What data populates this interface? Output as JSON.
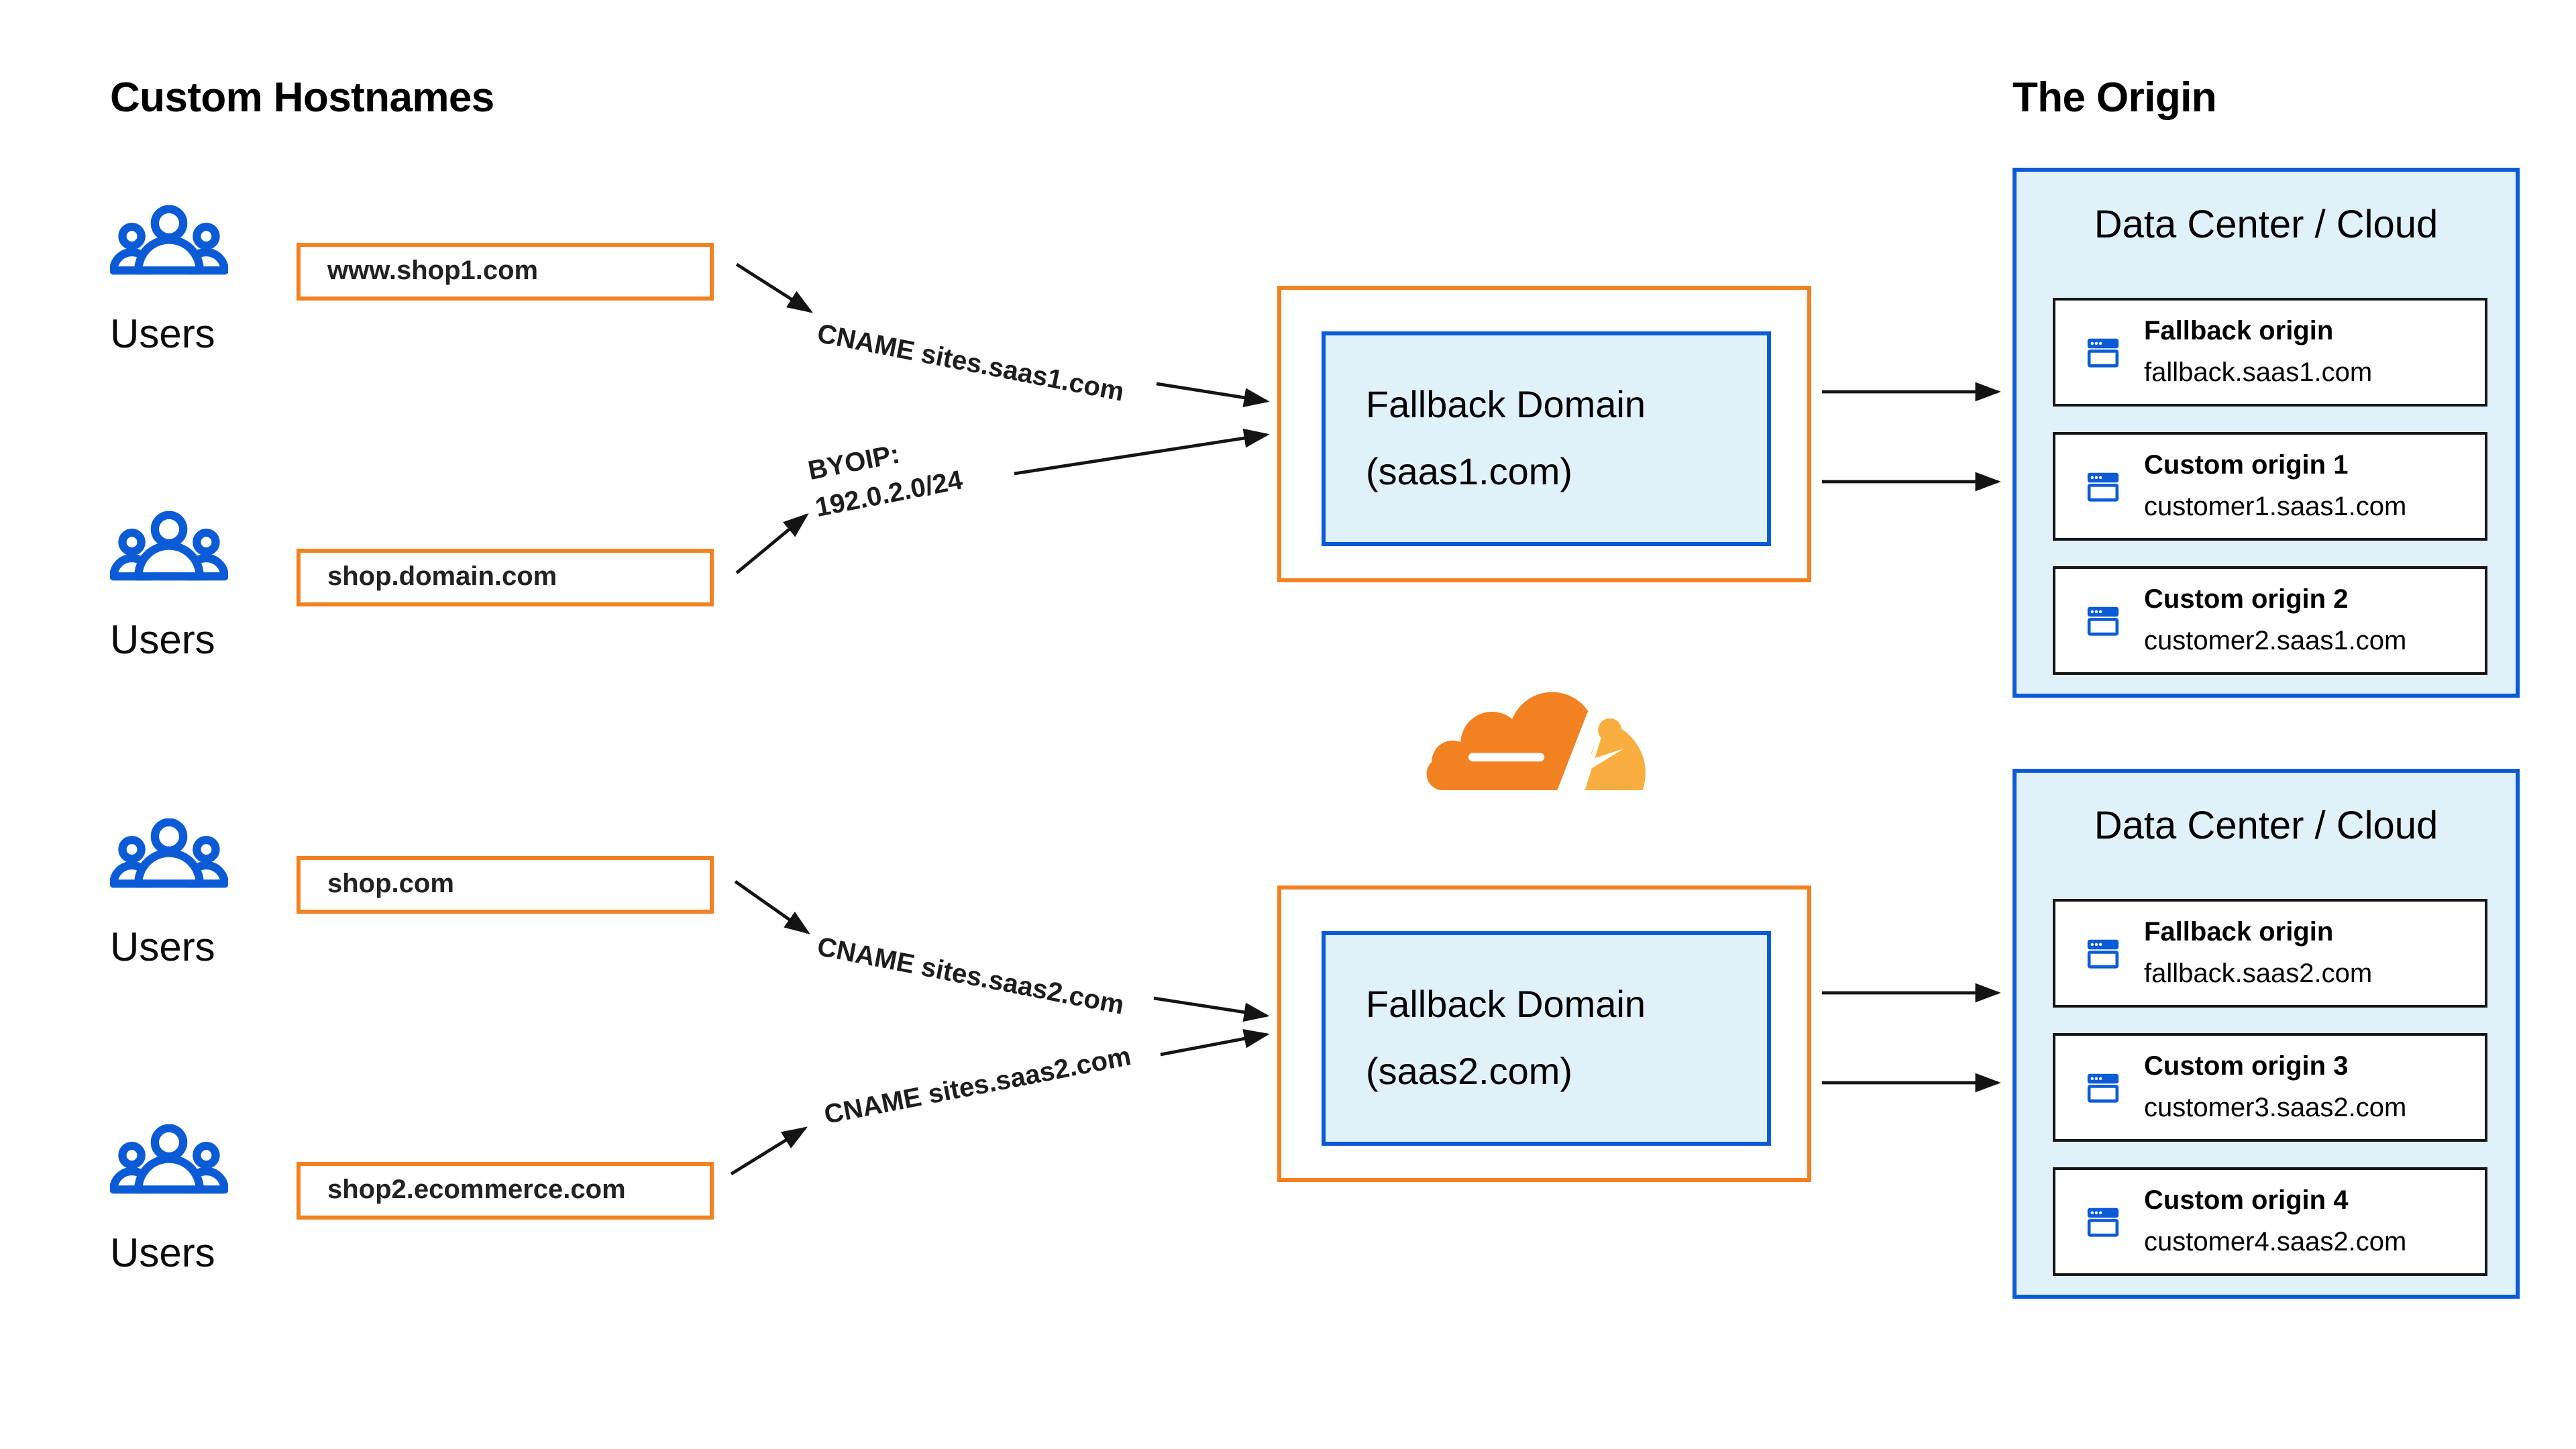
{
  "left": {
    "title": "Custom Hostnames",
    "users_label": "Users",
    "hostnames": [
      "www.shop1.com",
      "shop.domain.com",
      "shop.com",
      "shop2.ecommerce.com"
    ]
  },
  "routing": {
    "cname_saas1": "CNAME sites.saas1.com",
    "byoip_line1": "BYOIP:",
    "byoip_line2": "192.0.2.0/24",
    "cname_saas2_a": "CNAME sites.saas2.com",
    "cname_saas2_b": "CNAME sites.saas2.com"
  },
  "fallback_domains": [
    {
      "line1": "Fallback Domain",
      "line2": "(saas1.com)"
    },
    {
      "line1": "Fallback Domain",
      "line2": "(saas2.com)"
    }
  ],
  "origin": {
    "title": "The Origin",
    "data_centers": [
      {
        "heading": "Data Center / Cloud",
        "origins": [
          {
            "name": "Fallback origin",
            "host": "fallback.saas1.com"
          },
          {
            "name": "Custom origin 1",
            "host": "customer1.saas1.com"
          },
          {
            "name": "Custom origin 2",
            "host": "customer2.saas1.com"
          }
        ]
      },
      {
        "heading": "Data Center / Cloud",
        "origins": [
          {
            "name": "Fallback origin",
            "host": "fallback.saas2.com"
          },
          {
            "name": "Custom origin 3",
            "host": "customer3.saas2.com"
          },
          {
            "name": "Custom origin 4",
            "host": "customer4.saas2.com"
          }
        ]
      }
    ]
  },
  "branding": {
    "logo": "cloudflare-logo"
  },
  "colors": {
    "orange_border": "#F28121",
    "blue": "#0C5BD6",
    "light_blue_fill": "#E1F1FA",
    "card_border": "#161616",
    "arrow": "#141414",
    "cloudflare_orange": "#F28121",
    "cloudflare_light_orange": "#FAAE40"
  }
}
